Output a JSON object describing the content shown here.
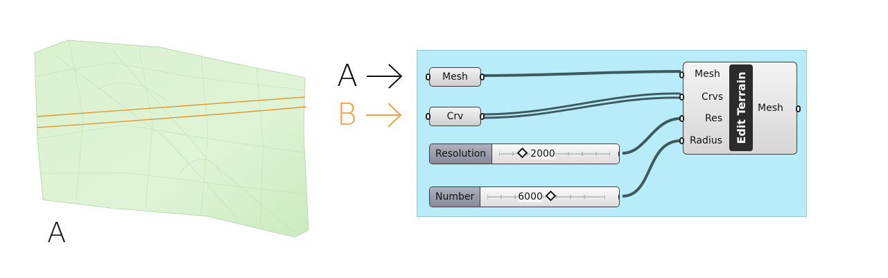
{
  "colors": {
    "canvas_bg": "#b8ecf8",
    "terrain_fill": "#d6f0cc",
    "curve_orange": "#e8952c",
    "wire": "#3d5a60",
    "label_b": "#f0a040"
  },
  "terrain_label": "A",
  "arrows": {
    "a_letter": "A",
    "b_letter": "B"
  },
  "canvas": {
    "mesh_param": "Mesh",
    "crv_param": "Crv",
    "resolution_slider": {
      "name": "Resolution",
      "value": "2000"
    },
    "number_slider": {
      "name": "Number",
      "value": "6000"
    },
    "component": {
      "title": "Edit Terrain",
      "inputs": [
        "Mesh",
        "Crvs",
        "Res",
        "Radius"
      ],
      "output": "Mesh"
    }
  }
}
